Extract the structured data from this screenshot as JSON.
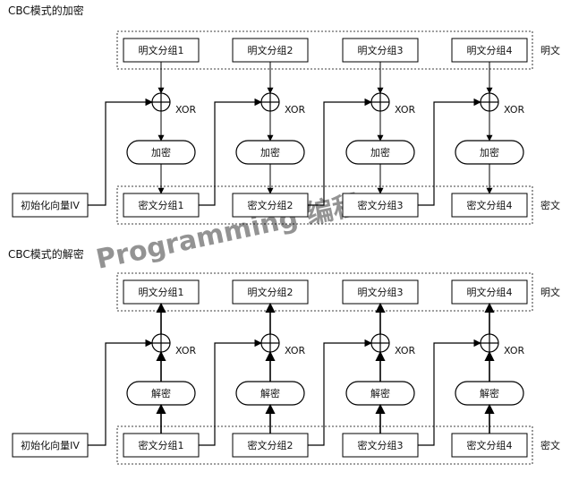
{
  "encrypt": {
    "title": "CBC模式的加密",
    "iv": "初始化向量IV",
    "plaintext_blocks": [
      "明文分组1",
      "明文分组2",
      "明文分组3",
      "明文分组4"
    ],
    "cipher_op": "加密",
    "xor_label": "XOR",
    "ciphertext_blocks": [
      "密文分组1",
      "密文分组2",
      "密文分组3",
      "密文分组4"
    ],
    "plaintext_side_label": "明文",
    "ciphertext_side_label": "密文"
  },
  "decrypt": {
    "title": "CBC模式的解密",
    "iv": "初始化向量IV",
    "plaintext_blocks": [
      "明文分组1",
      "明文分组2",
      "明文分组3",
      "明文分组4"
    ],
    "cipher_op": "解密",
    "xor_label": "XOR",
    "ciphertext_blocks": [
      "密文分组1",
      "密文分组2",
      "密文分组3",
      "密文分组4"
    ],
    "plaintext_side_label": "明文",
    "ciphertext_side_label": "密文"
  },
  "watermark": "Programming 编程"
}
